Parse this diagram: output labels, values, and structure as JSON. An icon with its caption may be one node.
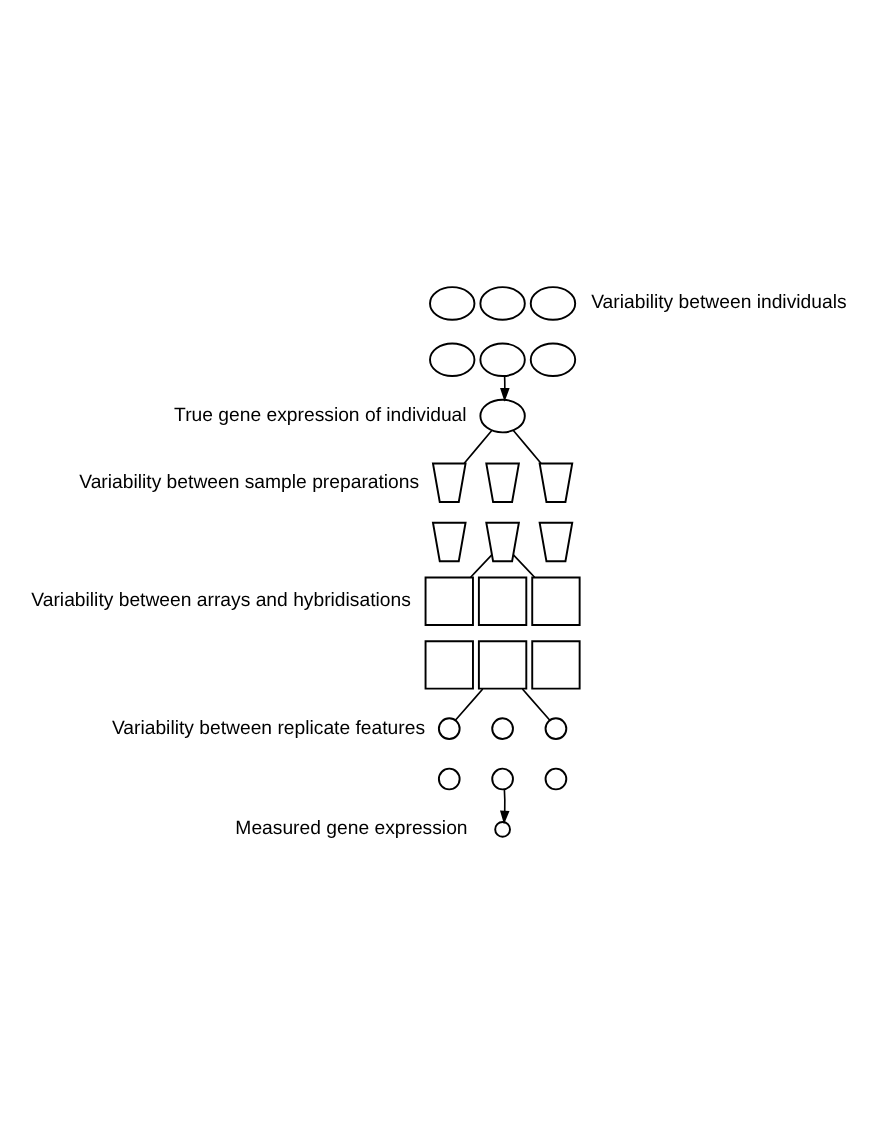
{
  "diagram": {
    "nodes": [
      {
        "text": [],
        "shape": "ellipse"
      },
      {
        "text": [],
        "shape": "ellipse"
      },
      {
        "text": [],
        "shape": "ellipse"
      },
      {
        "text": [],
        "shape": "ellipse"
      },
      {
        "text": [],
        "shape": "ellipse"
      },
      {
        "text": [],
        "shape": "ellipse"
      },
      {
        "text": [],
        "shape": "ellipse"
      },
      {
        "text": [],
        "shape": "trapezoid"
      },
      {
        "text": [],
        "shape": "trapezoid"
      },
      {
        "text": [],
        "shape": "trapezoid"
      },
      {
        "text": [],
        "shape": "trapezoid"
      },
      {
        "text": [],
        "shape": "trapezoid"
      },
      {
        "text": [],
        "shape": "trapezoid"
      },
      {
        "text": [],
        "shape": "box"
      },
      {
        "text": [],
        "shape": "box"
      },
      {
        "text": [],
        "shape": "box"
      },
      {
        "text": [],
        "shape": "box"
      },
      {
        "text": [],
        "shape": "box"
      },
      {
        "text": [],
        "shape": "box"
      },
      {
        "text": [],
        "shape": "circle"
      },
      {
        "text": [],
        "shape": "circle"
      },
      {
        "text": [],
        "shape": "circle"
      },
      {
        "text": [],
        "shape": "circle"
      },
      {
        "text": [],
        "shape": "circle"
      },
      {
        "text": [],
        "shape": "circle"
      },
      {
        "text": [],
        "shape": "circle"
      }
    ],
    "edges": [
      {
        "from": 4,
        "to": 6,
        "arrow": "to"
      },
      {
        "from": 6,
        "to": 7,
        "arrow": "none"
      },
      {
        "from": 6,
        "to": 9,
        "arrow": "none"
      },
      {
        "from": 11,
        "to": 13,
        "arrow": "none"
      },
      {
        "from": 11,
        "to": 15,
        "arrow": "none"
      },
      {
        "from": 17,
        "to": 19,
        "arrow": "none"
      },
      {
        "from": 17,
        "to": 21,
        "arrow": "none"
      },
      {
        "from": 23,
        "to": 25,
        "arrow": "to"
      }
    ],
    "labels": [
      "Variability between individuals",
      "True gene expression of individual",
      "Variability between sample preparations",
      "Variability between arrays and hybridisations",
      "Variability between replicate features",
      "Measured gene expression"
    ]
  }
}
